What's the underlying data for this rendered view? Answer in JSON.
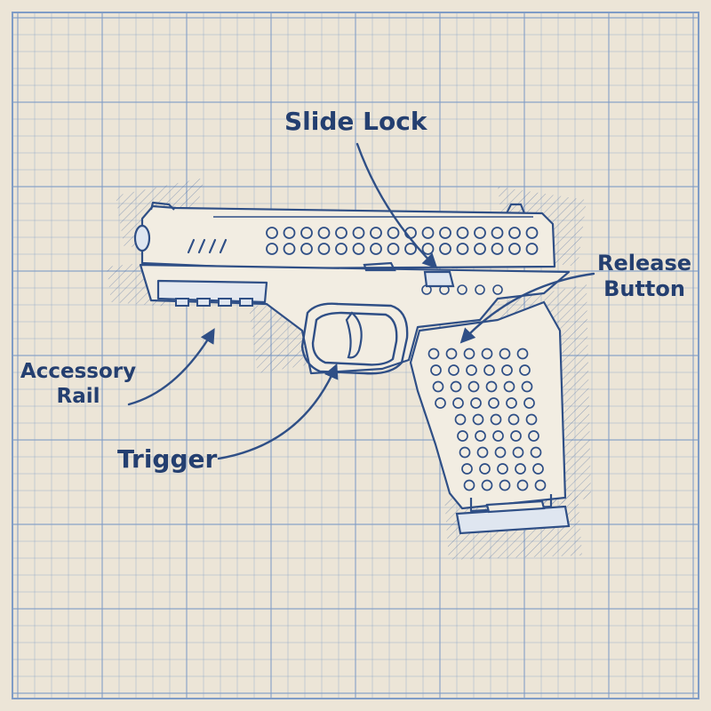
{
  "colors": {
    "paper": "#e9e2d4",
    "grid": "#7f9cc6",
    "ink": "#2f4f86",
    "label": "#243f70"
  },
  "callouts": {
    "slide_lock": "Slide Lock",
    "release_button": {
      "line1": "Release",
      "line2": "Button"
    },
    "accessory_rail": {
      "line1": "Accessory",
      "line2": "Rail"
    },
    "trigger": "Trigger"
  }
}
